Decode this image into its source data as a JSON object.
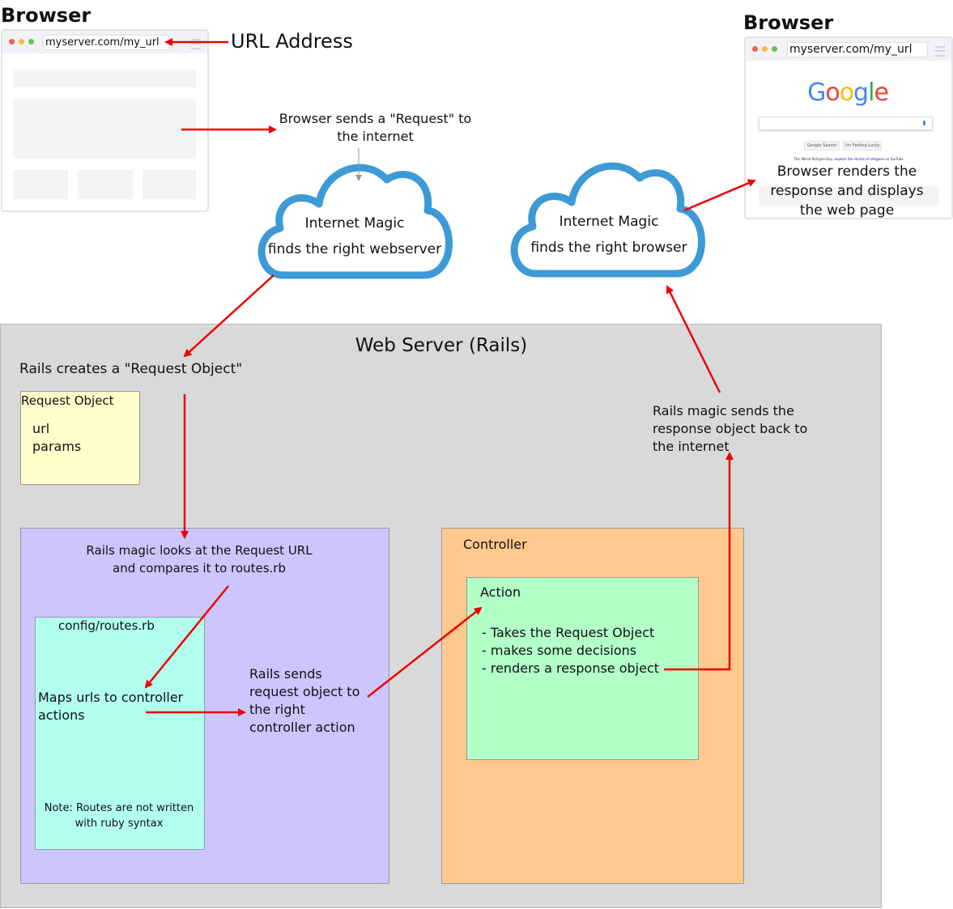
{
  "left_browser": {
    "heading": "Browser",
    "url": "myserver.com/my_url",
    "url_callout": "URL Address"
  },
  "right_browser": {
    "heading": "Browser",
    "url": "myserver.com/my_url",
    "logo_letters": [
      "G",
      "o",
      "o",
      "g",
      "l",
      "e"
    ],
    "search_button": "Google Search",
    "lucky_button": "I'm Feeling Lucky",
    "footer_note_start": "This World Refugee Day, ",
    "footer_note_link": "explore the stories of refugees",
    "footer_note_end": " on YouTube",
    "render_caption": "Browser renders the response and displays the web page"
  },
  "request_caption": "Browser sends a \"Request\" to the internet",
  "cloud_left": {
    "line1": "Internet Magic",
    "line2": "finds the right webserver"
  },
  "cloud_right": {
    "line1": "Internet Magic",
    "line2": "finds the right browser"
  },
  "server": {
    "title": "Web Server (Rails)",
    "creates_request": "Rails creates a \"Request Object\"",
    "request_object": {
      "title": "Request Object",
      "fields": [
        "url",
        "params"
      ]
    },
    "routing_caption": "Rails magic looks at the Request URL and compares it to routes.rb",
    "routes": {
      "title": "config/routes.rb",
      "body": "Maps urls to controller actions",
      "note": "Note: Routes are not written with ruby syntax"
    },
    "sends_caption": "Rails sends request object to the right controller action",
    "controller": {
      "title": "Controller",
      "action_title": "Action",
      "steps": [
        "- Takes the Request Object",
        "- makes some decisions",
        "- renders a response object"
      ]
    },
    "response_caption": "Rails magic sends the response object back to the internet"
  },
  "colors": {
    "arrow": "#ee0000",
    "cloud_stroke": "#3d9ad6",
    "server_bg": "#d9d9d9",
    "request_object_bg": "#ffffcc",
    "routing_bg": "#ccc5fe",
    "routes_bg": "#b2fff0",
    "controller_bg": "#fec98e",
    "action_bg": "#b2ffc8"
  }
}
